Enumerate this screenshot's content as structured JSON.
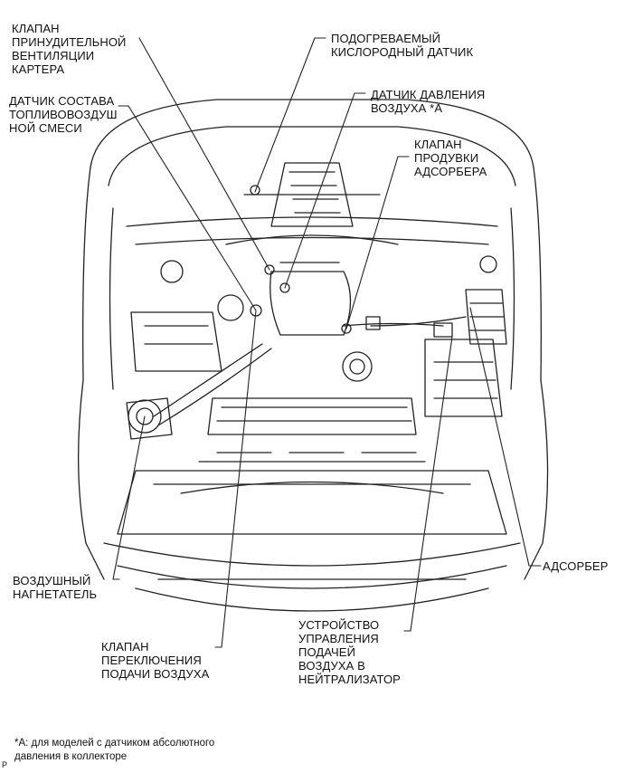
{
  "labels": {
    "pcv_valve": "КЛАПАН\nПРИНУДИТЕЛЬНОЙ\nВЕНТИЛЯЦИИ\nКАРТЕРА",
    "heated_o2": "ПОДОГРЕВАЕМЫЙ\nКИСЛОРОДНЫЙ ДАТЧИК",
    "af_sensor": "ДАТЧИК СОСТАВА\nТОПЛИВОВОЗДУШ\nНОЙ СМЕСИ",
    "map_sensor": "ДАТЧИК ДАВЛЕНИЯ\nВОЗДУХА  *А",
    "purge_valve": "КЛАПАН\nПРОДУВКИ\nАДСОРБЕРА",
    "air_pump": "ВОЗДУШНЫЙ\nНАГНЕТАТЕЛЬ",
    "canister": "АДСОРБЕР",
    "air_control": "УСТРОЙСТВО\nУПРАВЛЕНИЯ\nПОДАЧЕЙ\nВОЗДУХА В\nНЕЙТРАЛИЗАТОР",
    "air_switch_valve": "КЛАПАН\nПЕРЕКЛЮЧЕНИЯ\nПОДАЧИ ВОЗДУХА"
  },
  "footnote": "*А: для моделей с датчиком абсолютного\nдавления в коллекторе",
  "page_mark": "P"
}
